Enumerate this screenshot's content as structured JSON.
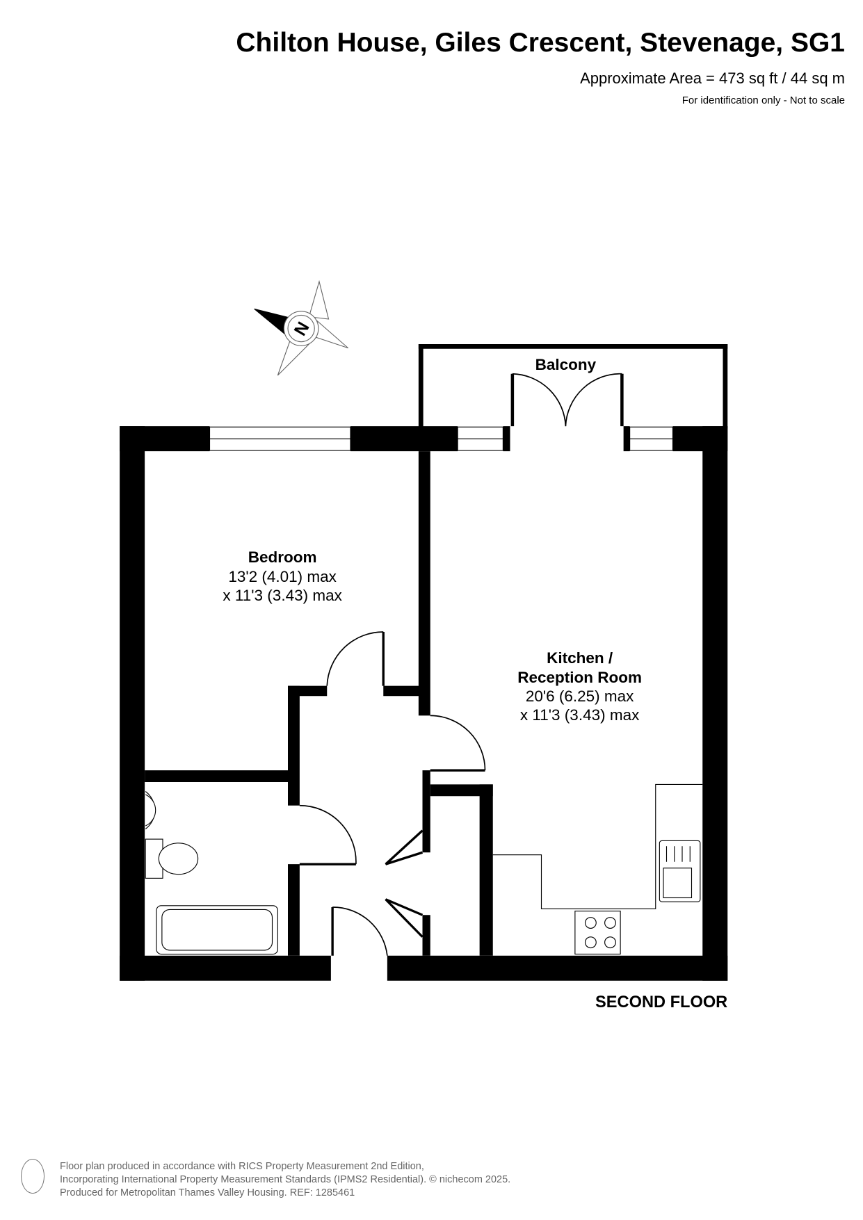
{
  "header": {
    "title": "Chilton House, Giles Crescent, Stevenage, SG1",
    "area": "Approximate Area = 473 sq ft / 44 sq m",
    "note": "For identification only - Not to scale"
  },
  "compass": {
    "label": "N"
  },
  "rooms": {
    "balcony": {
      "name": "Balcony"
    },
    "bedroom": {
      "name": "Bedroom",
      "dim1": "13'2 (4.01) max",
      "dim2": "x 11'3 (3.43) max"
    },
    "kitchen": {
      "name1": "Kitchen /",
      "name2": "Reception Room",
      "dim1": "20'6 (6.25) max",
      "dim2": "x 11'3 (3.43) max"
    }
  },
  "floor_label": "SECOND FLOOR",
  "footer": {
    "line1": "Floor plan produced in accordance with RICS Property Measurement 2nd Edition,",
    "line2": "Incorporating International Property Measurement Standards (IPMS2 Residential).   © nichecom 2025.",
    "line3": "Produced for Metropolitan Thames Valley Housing.   REF:  1285461"
  }
}
